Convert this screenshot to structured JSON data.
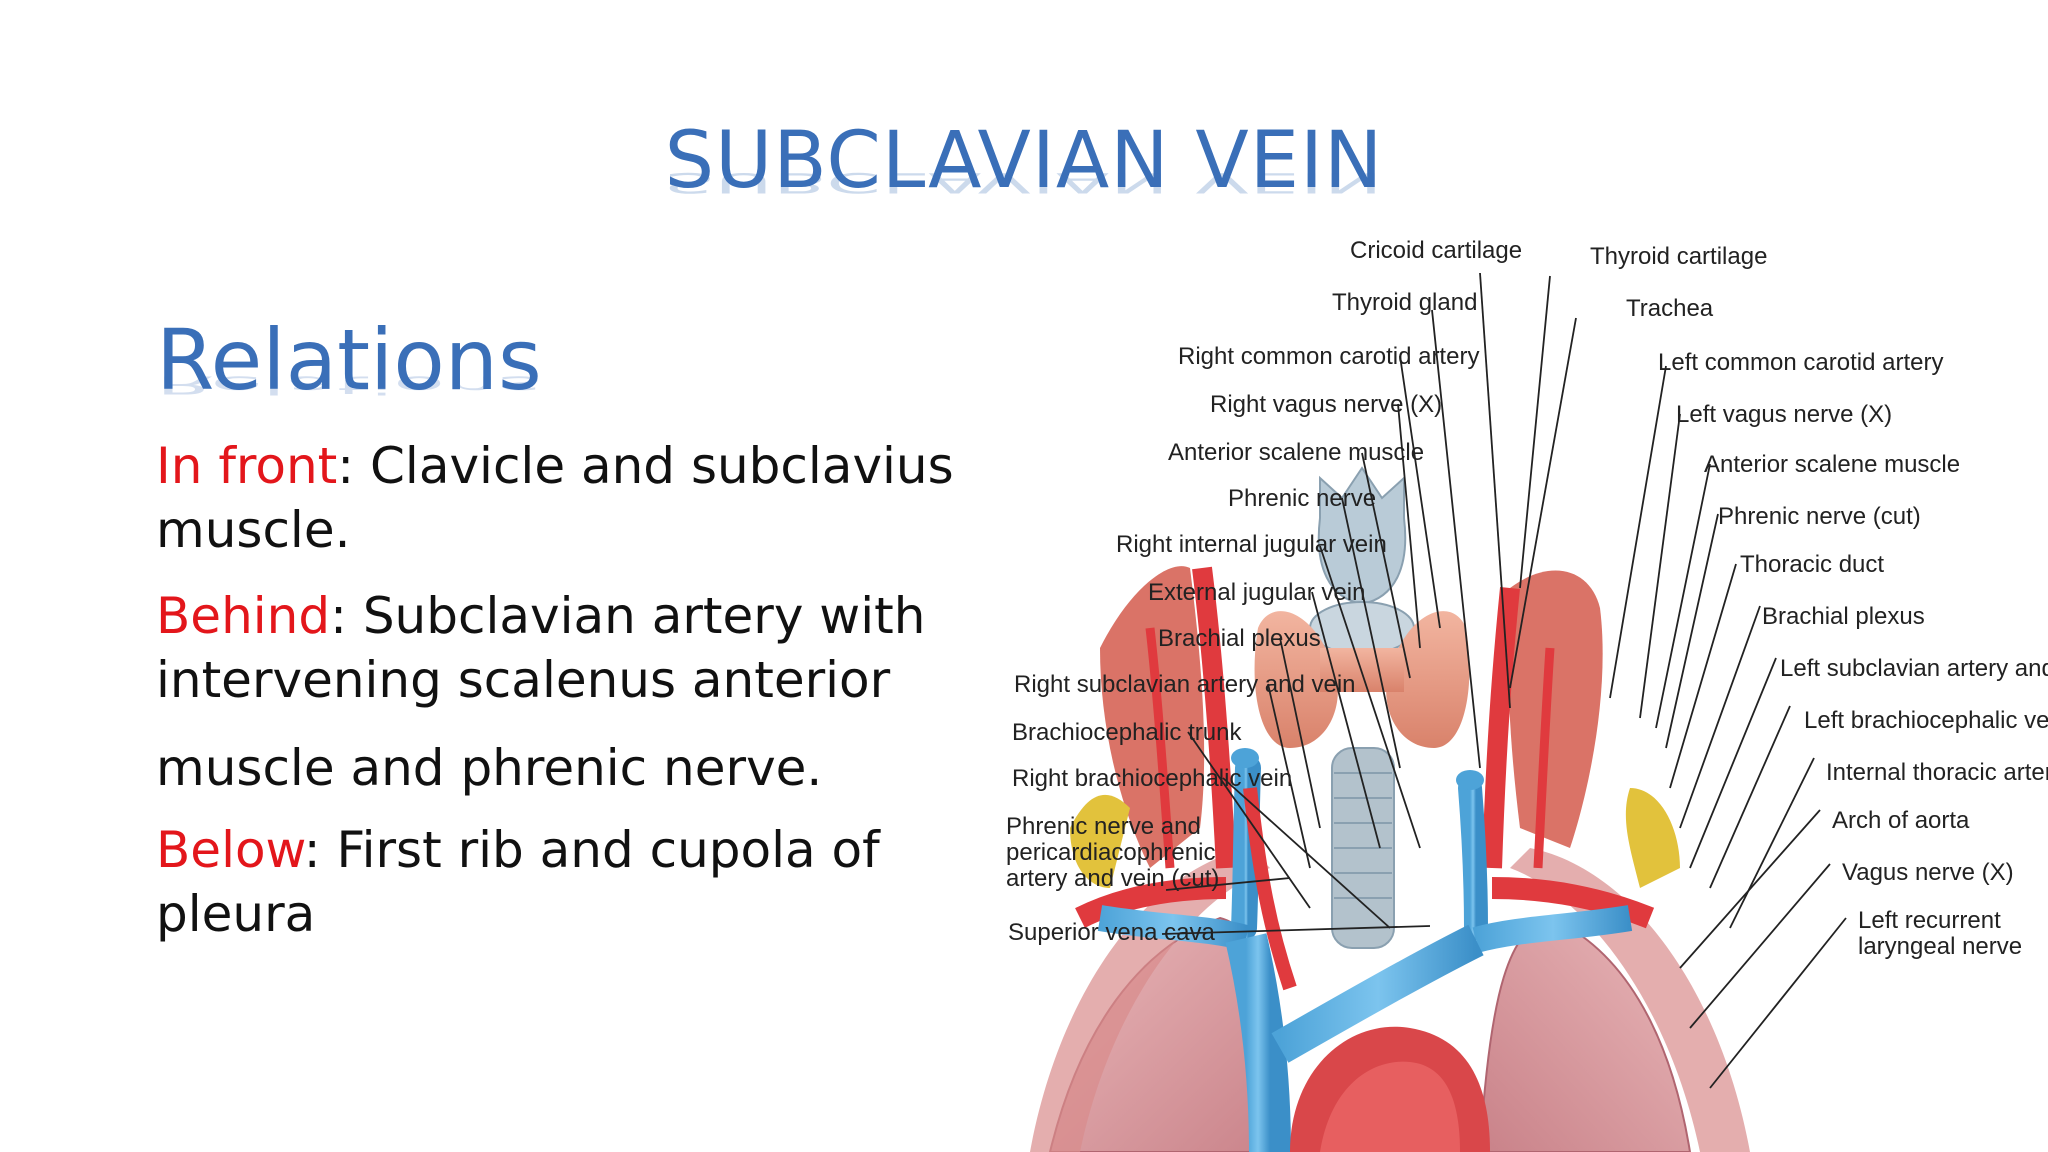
{
  "slide": {
    "title": "SUBCLAVIAN VEIN",
    "subheading": "Relations",
    "relations": [
      {
        "key": "In front",
        "text": ": Clavicle and subclavius muscle."
      },
      {
        "key": "Behind",
        "text": ": Subclavian artery with intervening scalenus anterior"
      },
      {
        "key": "",
        "text": "muscle and phrenic nerve."
      },
      {
        "key": "Below",
        "text": ": First rib and cupola of pleura"
      }
    ],
    "colors": {
      "title": "#3a6fb8",
      "key": "#e3161b",
      "body": "#111111"
    }
  },
  "figure": {
    "left_labels": [
      "Cricoid cartilage",
      "Thyroid gland",
      "Right common carotid artery",
      "Right vagus nerve (X)",
      "Anterior scalene muscle",
      "Phrenic nerve",
      "Right internal jugular vein",
      "External jugular vein",
      "Brachial plexus",
      "Right subclavian artery and vein",
      "Brachiocephalic trunk",
      "Right brachiocephalic vein",
      "Phrenic nerve and",
      "pericardiacophrenic",
      "artery and vein (cut)",
      "Superior vena cava"
    ],
    "right_labels": [
      "Thyroid cartilage",
      "Trachea",
      "Left common carotid artery",
      "Left vagus nerve (X)",
      "Anterior scalene muscle",
      "Phrenic nerve (cut)",
      "Thoracic duct",
      "Brachial plexus",
      "Left subclavian artery and vein",
      "Left brachiocephalic vein",
      "Internal thoracic artery",
      "Arch of aorta",
      "Vagus nerve (X)",
      "Left recurrent",
      "laryngeal nerve"
    ]
  }
}
